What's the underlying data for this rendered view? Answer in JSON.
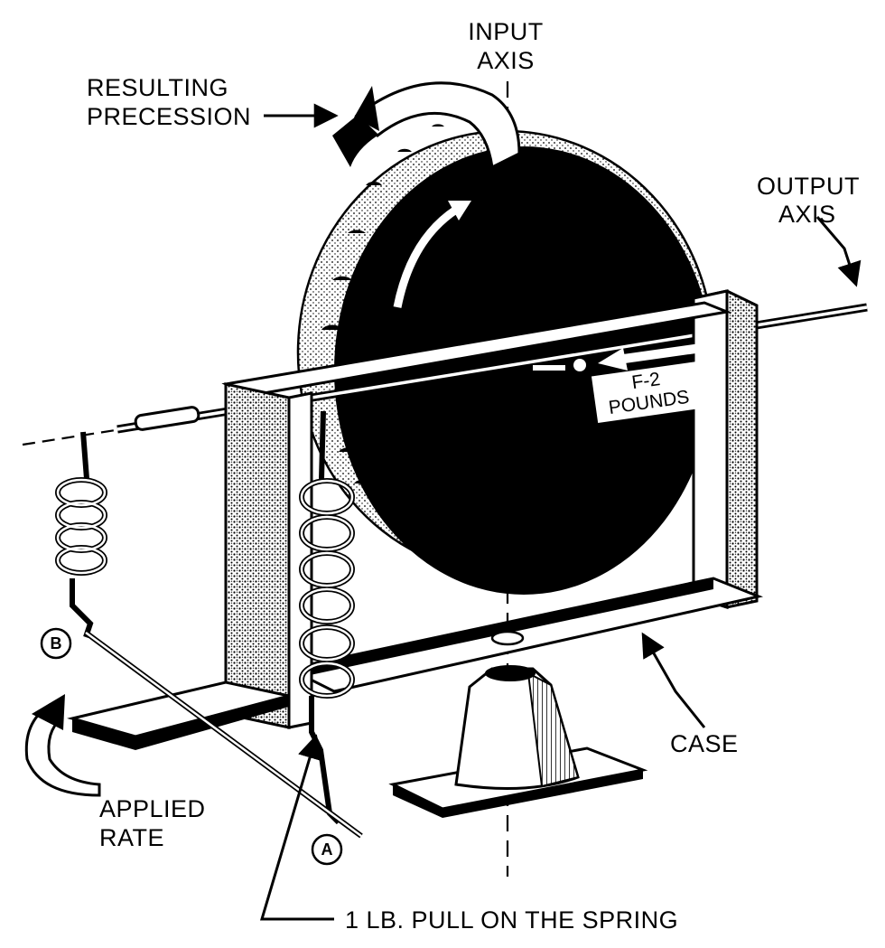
{
  "labels": {
    "input_axis_line1": "INPUT",
    "input_axis_line2": "AXIS",
    "resulting_precession_line1": "RESULTING",
    "resulting_precession_line2": "PRECESSION",
    "output_axis_line1": "OUTPUT",
    "output_axis_line2": "AXIS",
    "force_line1": "F-2",
    "force_line2": "POUNDS",
    "case": "CASE",
    "applied_rate_line1": "APPLIED",
    "applied_rate_line2": "RATE",
    "spring_pull": "1 LB. PULL ON THE SPRING",
    "point_a": "A",
    "point_b": "B"
  },
  "colors": {
    "ink": "#000000",
    "paper": "#ffffff",
    "stipple": "#8a8a8a"
  }
}
